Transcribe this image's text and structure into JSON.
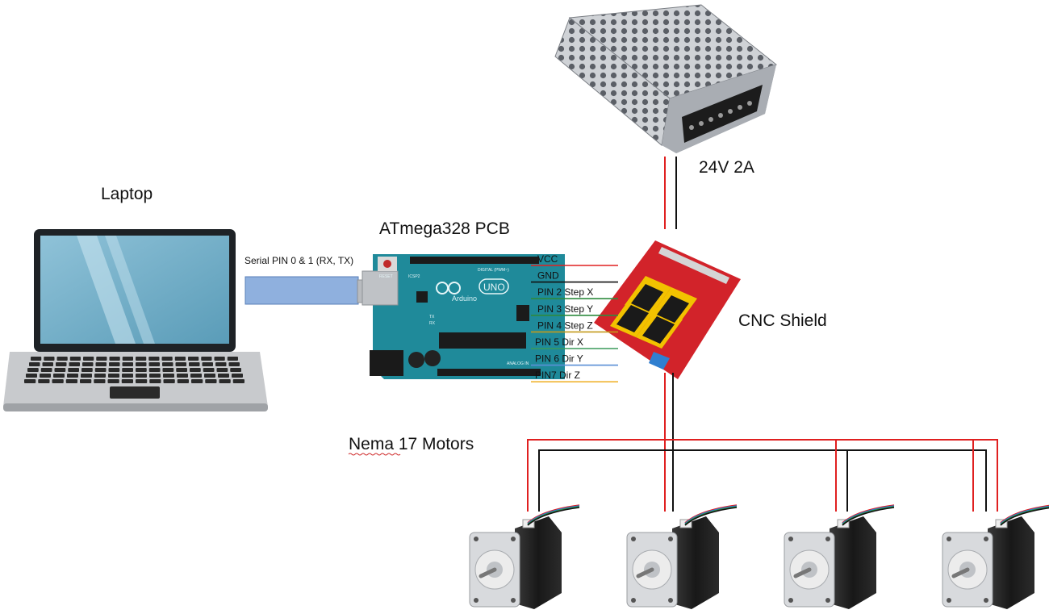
{
  "labels": {
    "laptop": "Laptop",
    "pcb": "ATmega328 PCB",
    "serial": "Serial PIN 0 & 1 (RX, TX)",
    "psu": "24V 2A",
    "shield": "CNC Shield",
    "motors": "Nema 17 Motors"
  },
  "pins": [
    {
      "label": "VCC",
      "color": "#e02020"
    },
    {
      "label": "GND",
      "color": "#111111"
    },
    {
      "label": "PIN 2 Step X",
      "color": "#2e8b3e"
    },
    {
      "label": "PIN 3 Step Y",
      "color": "#2e8b3e"
    },
    {
      "label": "PIN 4 Step Z",
      "color": "#c49a1a"
    },
    {
      "label": "PIN 5 Dir X",
      "color": "#3a9a5a"
    },
    {
      "label": "PIN 6 Dir Y",
      "color": "#5a8fd6"
    },
    {
      "label": "PIN7 Dir Z",
      "color": "#f0b430"
    }
  ],
  "board_text": {
    "uno": "UNO",
    "brand": "Arduino",
    "reset": "RESET",
    "digital": "DIGITAL (PWM~)",
    "icsp": "ICSP2",
    "tx": "TX",
    "rx": "RX",
    "analog": "ANALOG IN"
  },
  "colors": {
    "power_positive": "#e02020",
    "power_negative": "#111111",
    "arduino_board": "#1f8a9a",
    "shield_board": "#d2232a",
    "usb_cable": "#8fb0de"
  },
  "icons": [
    "laptop-icon",
    "power-supply-icon",
    "arduino-board-icon",
    "cnc-shield-icon",
    "stepper-motor-icon"
  ]
}
